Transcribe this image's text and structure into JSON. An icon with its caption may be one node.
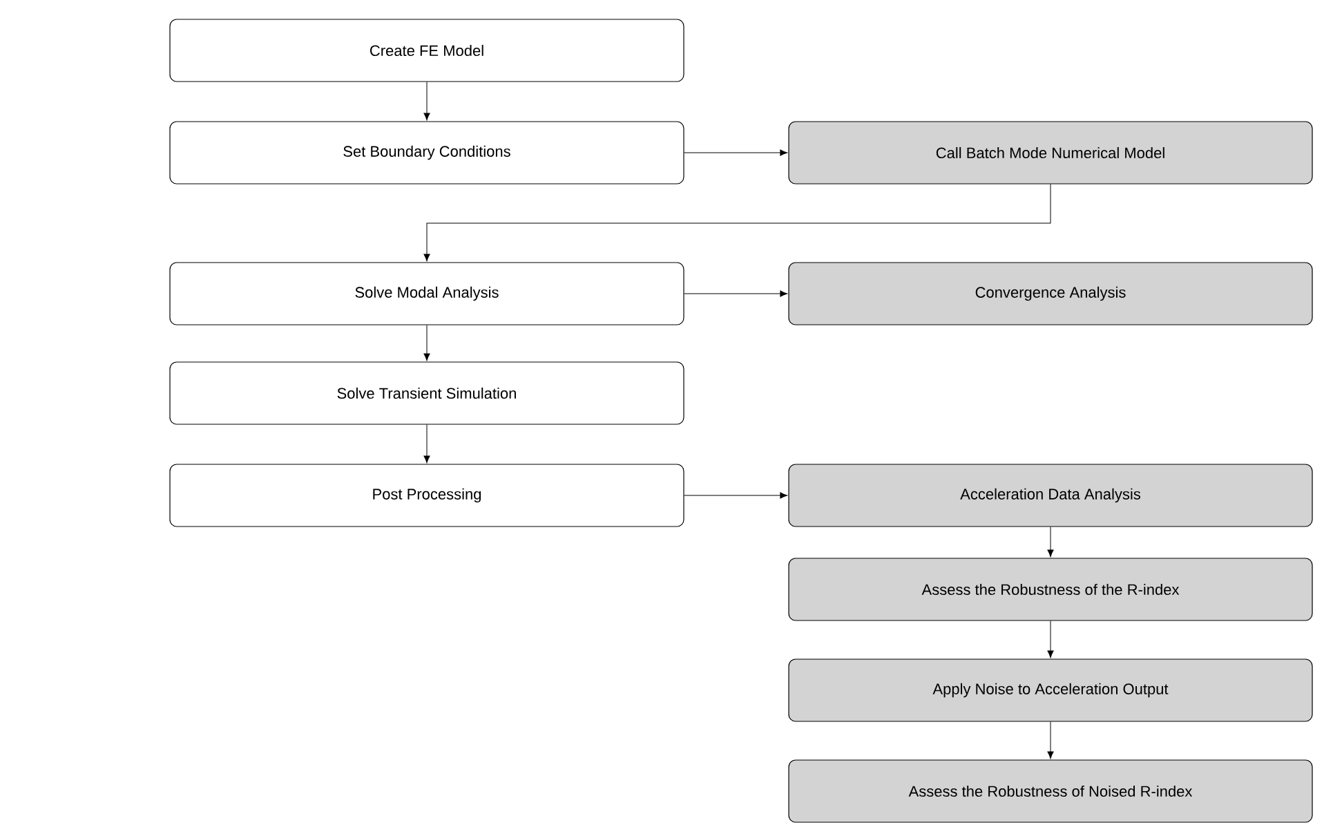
{
  "diagram": {
    "nodes": [
      {
        "text": [
          "Create FE Model"
        ]
      },
      {
        "text": [
          "Set Boundary Conditions"
        ]
      },
      {
        "text": [
          "Call Batch Mode Numerical Model"
        ]
      },
      {
        "text": [
          "Solve Modal Analysis"
        ]
      },
      {
        "text": [
          "Convergence Analysis"
        ]
      },
      {
        "text": [
          "Solve Transient Simulation"
        ]
      },
      {
        "text": [
          "Post Processing"
        ]
      },
      {
        "text": [
          "Acceleration Data Analysis"
        ]
      },
      {
        "text": [
          "Assess the Robustness of the R-index"
        ]
      },
      {
        "text": [
          "Apply Noise to Acceleration Output"
        ]
      },
      {
        "text": [
          "Assess the Robustness of Noised R-index"
        ]
      }
    ],
    "edges": [
      {
        "from": 0,
        "to": 1,
        "arrow": "to"
      },
      {
        "from": 1,
        "to": 2,
        "arrow": "to"
      },
      {
        "from": 2,
        "to": 3,
        "arrow": "to"
      },
      {
        "from": 3,
        "to": 4,
        "arrow": "to"
      },
      {
        "from": 3,
        "to": 5,
        "arrow": "to"
      },
      {
        "from": 5,
        "to": 6,
        "arrow": "to"
      },
      {
        "from": 6,
        "to": 7,
        "arrow": "to"
      },
      {
        "from": 7,
        "to": 8,
        "arrow": "to"
      },
      {
        "from": 8,
        "to": 9,
        "arrow": "to"
      },
      {
        "from": 9,
        "to": 10,
        "arrow": "to"
      }
    ]
  }
}
